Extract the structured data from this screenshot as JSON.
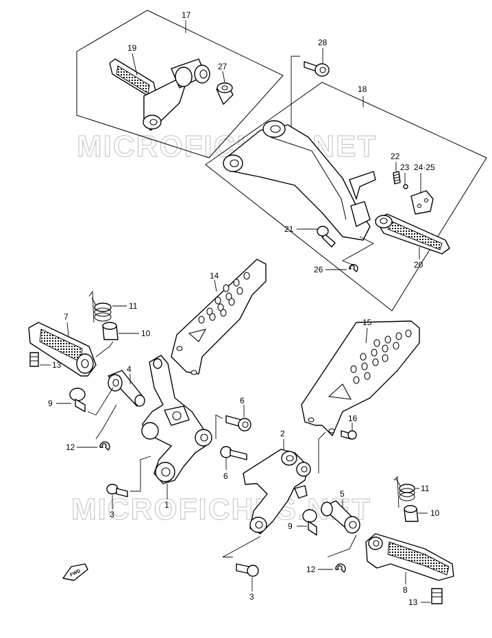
{
  "watermark": {
    "top": "MICROFICHES.NET",
    "bottom": "MICROFICHES.NET"
  },
  "fwd_label": "FWD",
  "labels": {
    "p17": "17",
    "p19": "19",
    "p27": "27",
    "p28": "28",
    "p18": "18",
    "p22": "22",
    "p23": "23",
    "p2425": "24·25",
    "p21": "21",
    "p26": "26",
    "p20": "20",
    "p14": "14",
    "p11a": "11",
    "p10a": "10",
    "p7": "7",
    "p13a": "13",
    "p4": "4",
    "p9a": "9",
    "p12a": "12",
    "p15": "15",
    "p6a": "6",
    "p16": "16",
    "p6b": "6",
    "p2": "2",
    "p1": "1",
    "p3a": "3",
    "p5": "5",
    "p9b": "9",
    "p11b": "11",
    "p10b": "10",
    "p12b": "12",
    "p8": "8",
    "p3b": "3",
    "p13b": "13"
  }
}
